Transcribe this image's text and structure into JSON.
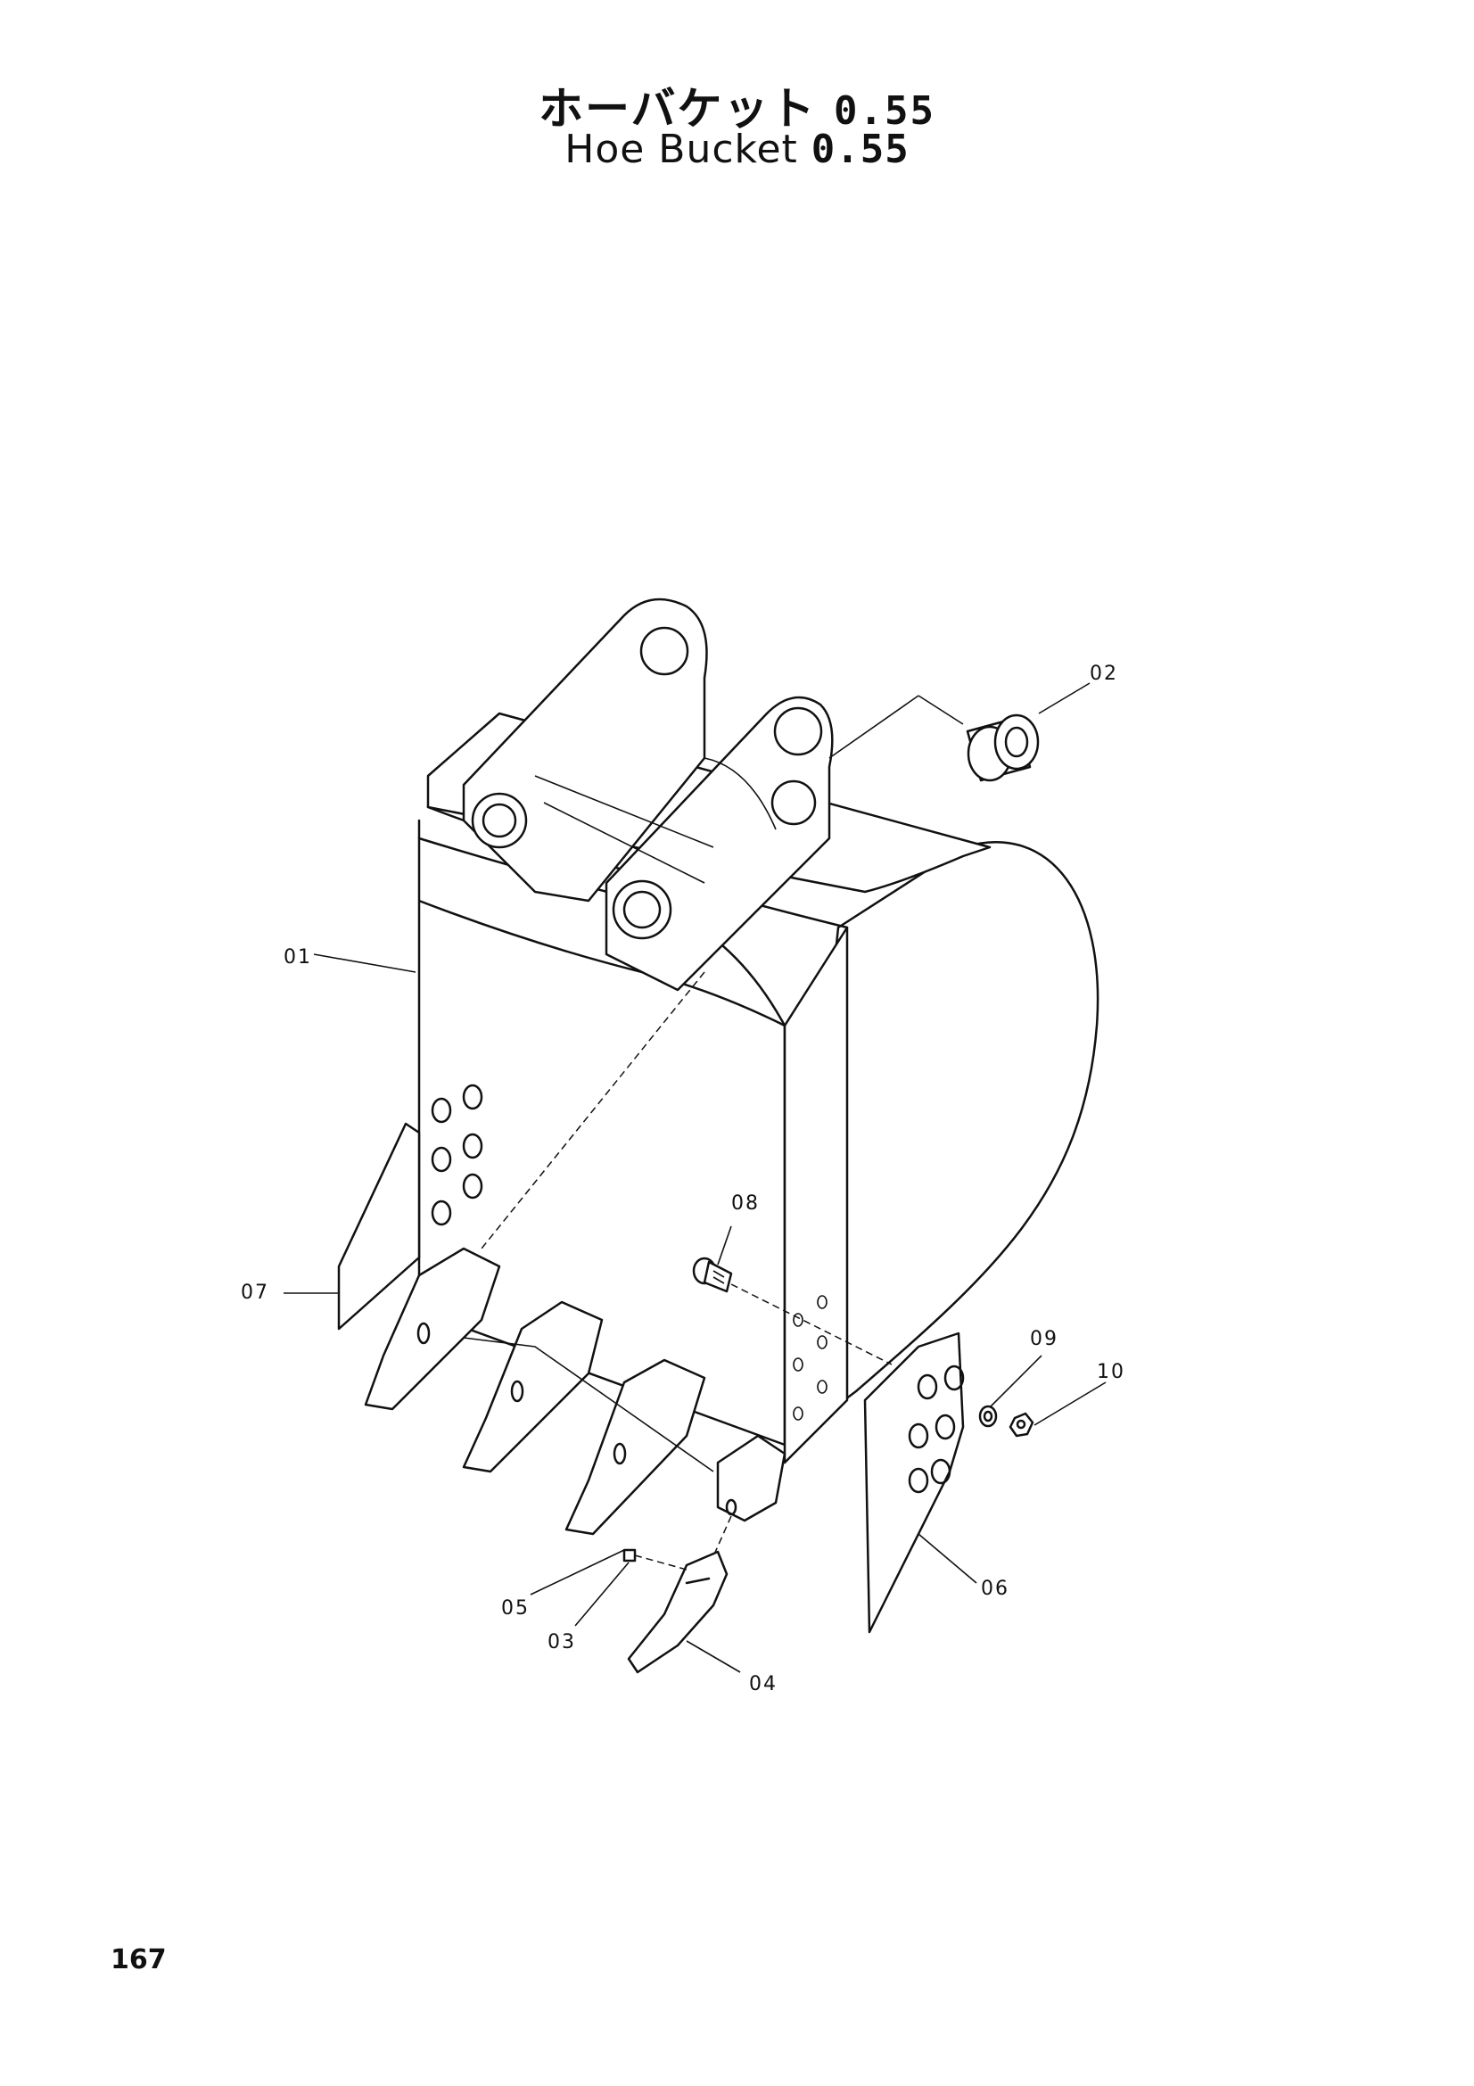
{
  "title": {
    "jp": "ホーバケット",
    "en": "Hoe Bucket",
    "size": "0.55"
  },
  "callouts": {
    "c01": "01",
    "c02": "02",
    "c03": "03",
    "c04": "04",
    "c05": "05",
    "c06": "06",
    "c07": "07",
    "c08": "08",
    "c09": "09",
    "c10": "10"
  },
  "page_number": "167"
}
